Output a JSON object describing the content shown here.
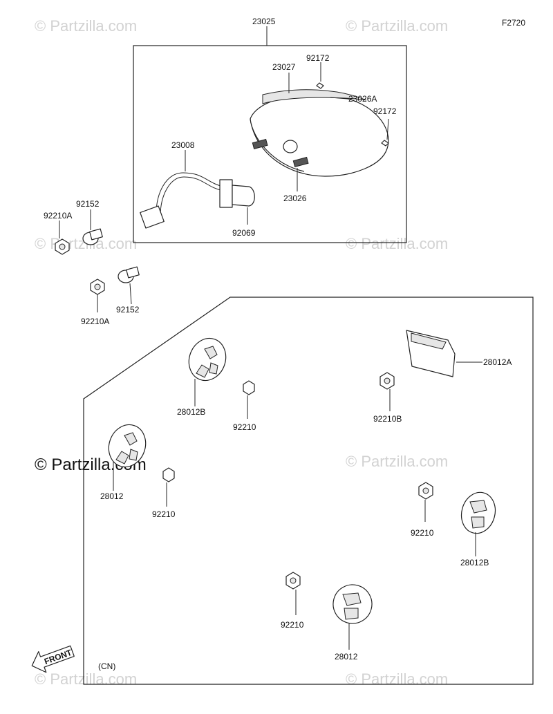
{
  "figure_code": "F2720",
  "watermark": "© Partzilla.com",
  "front_label": "FRONT",
  "region_note": "(CN)",
  "callouts": {
    "assembly": "23025",
    "lens": "23027",
    "screw_top": "92172",
    "gasket": "23026A",
    "screw_side": "92172",
    "socket": "23008",
    "bolt_pair": "23026",
    "bulb": "92069",
    "collar_a": "92152",
    "nut_a": "92210A",
    "collar_b": "92152",
    "nut_b": "92210A",
    "grommet_b_top": "28012B",
    "nut_top": "92210",
    "nut_right_top": "92210B",
    "reflector": "28012A",
    "grommet_left": "28012",
    "nut_left": "92210",
    "nut_right": "92210",
    "grommet_b_right": "28012B",
    "nut_bottom": "92210",
    "grommet_bottom": "28012"
  }
}
